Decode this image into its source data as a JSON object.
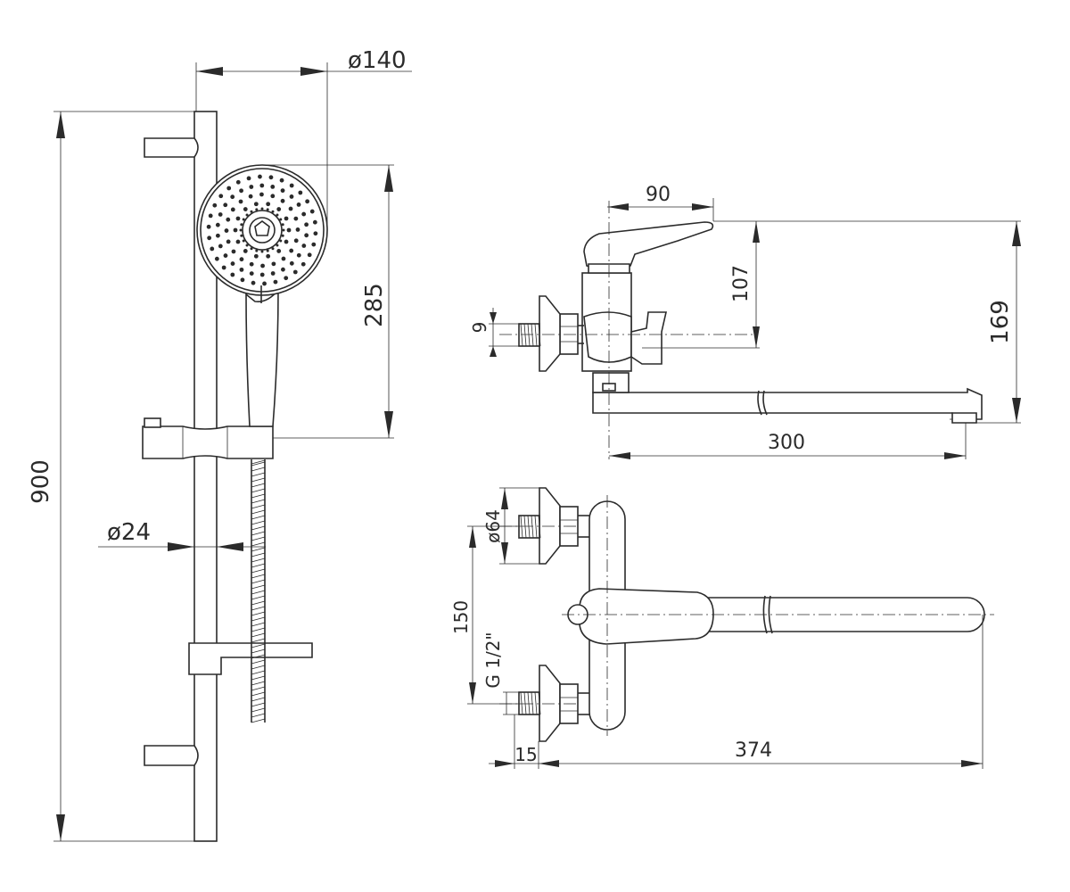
{
  "colors": {
    "line": "#2b2b2b",
    "background": "#ffffff"
  },
  "dimensions": {
    "head_diameter": "ø140",
    "rail_length": "900",
    "handset_length": "285",
    "rail_diameter": "ø24",
    "lever_width": "90",
    "lever_height": "107",
    "total_height": "169",
    "thread_offset": "9",
    "spout_reach": "300",
    "flange_diameter": "ø64",
    "center_distance": "150",
    "thread_size": "G 1/2\"",
    "thread_length": "15",
    "total_length": "374"
  }
}
